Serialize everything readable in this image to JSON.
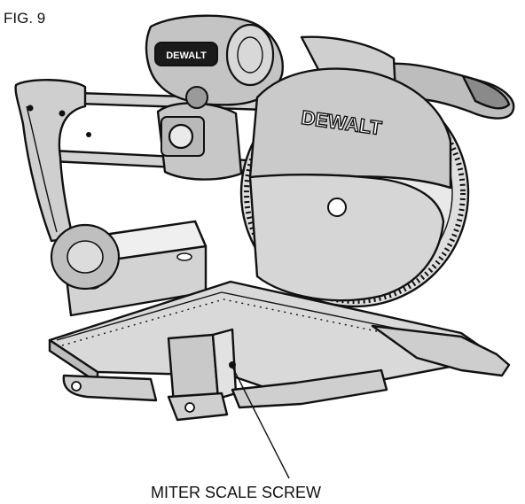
{
  "figure": {
    "label": "FIG. 9"
  },
  "callout": {
    "label": "MITER SCALE SCREW"
  },
  "brand": {
    "text": "DEWALT"
  },
  "colors": {
    "line": "#111111",
    "body": "#c9c9c9",
    "light": "#e6e6e6",
    "dark": "#7a7a7a",
    "paper": "#ffffff"
  }
}
